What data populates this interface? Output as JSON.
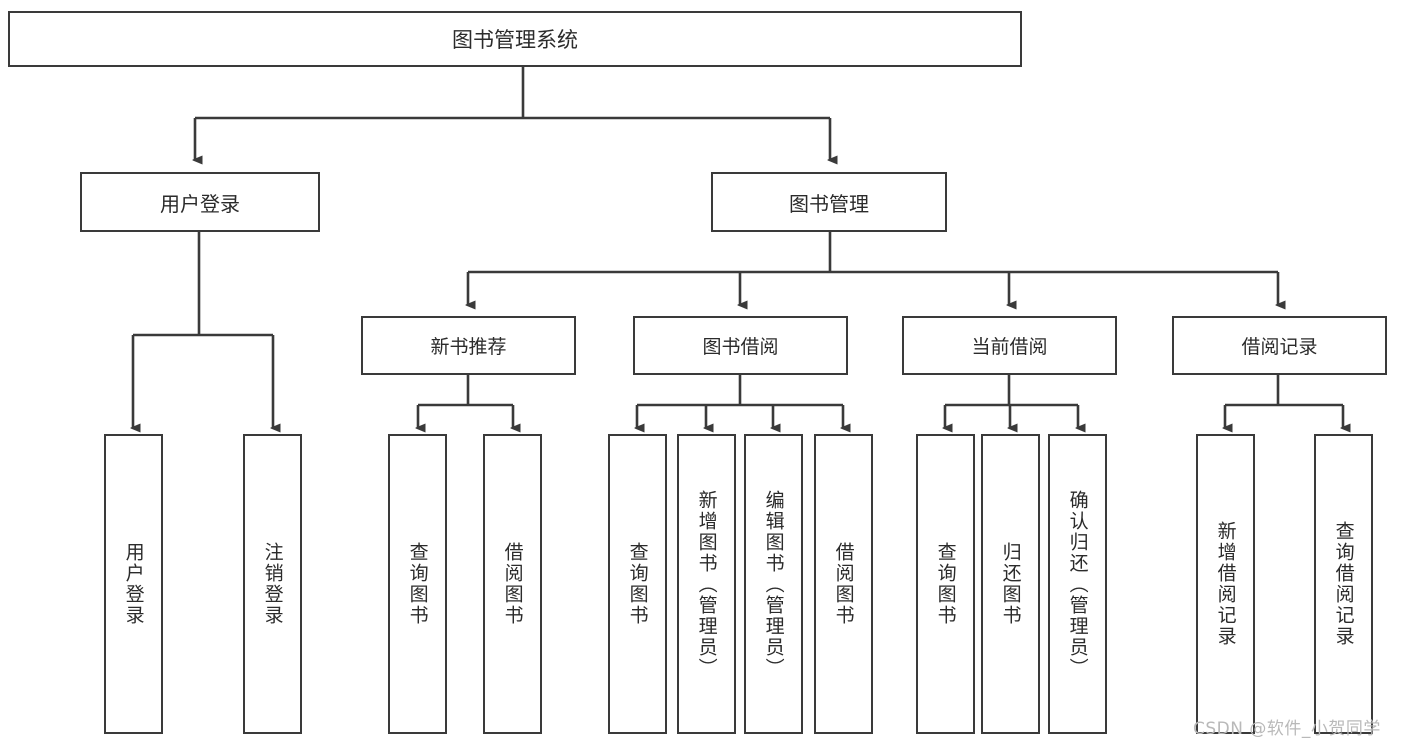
{
  "diagram": {
    "title": "图书管理系统",
    "type": "tree",
    "stroke_color": "#3a3a3a",
    "text_color": "#2b2b2b",
    "background": "#ffffff",
    "nodes": {
      "root": {
        "label": "图书管理系统"
      },
      "level2": [
        {
          "label": "用户登录"
        },
        {
          "label": "图书管理"
        }
      ],
      "level3": [
        {
          "label": "新书推荐"
        },
        {
          "label": "图书借阅"
        },
        {
          "label": "当前借阅"
        },
        {
          "label": "借阅记录"
        }
      ],
      "leaves": {
        "user_login": [
          {
            "label": "用户登录"
          },
          {
            "label": "注销登录"
          }
        ],
        "new_book": [
          {
            "label": "查询图书"
          },
          {
            "label": "借阅图书"
          }
        ],
        "borrow_book": [
          {
            "label": "查询图书"
          },
          {
            "label": "新增图书（管理员）"
          },
          {
            "label": "编辑图书（管理员）"
          },
          {
            "label": "借阅图书"
          }
        ],
        "current_borrow": [
          {
            "label": "查询图书"
          },
          {
            "label": "归还图书"
          },
          {
            "label": "确认归还（管理员）"
          }
        ],
        "borrow_record": [
          {
            "label": "新增借阅记录"
          },
          {
            "label": "查询借阅记录"
          }
        ]
      }
    }
  },
  "watermark": {
    "text": "CSDN @软件_小贺同学"
  }
}
